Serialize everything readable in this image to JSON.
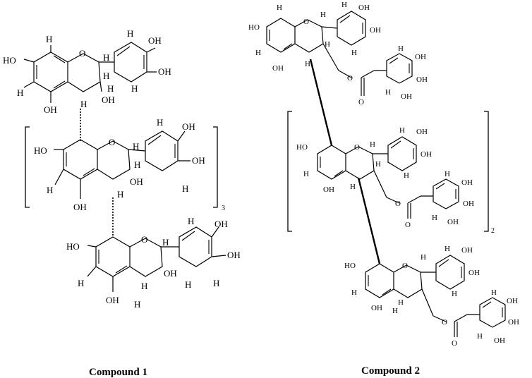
{
  "captions": {
    "compound1": "Compound  1",
    "compound2": "Compound 2"
  },
  "subscripts": {
    "compound1_repeat": "3",
    "compound2_repeat": "2"
  },
  "atoms": {
    "oh": "OH",
    "ho": "HO",
    "h": "H",
    "o": "O"
  }
}
